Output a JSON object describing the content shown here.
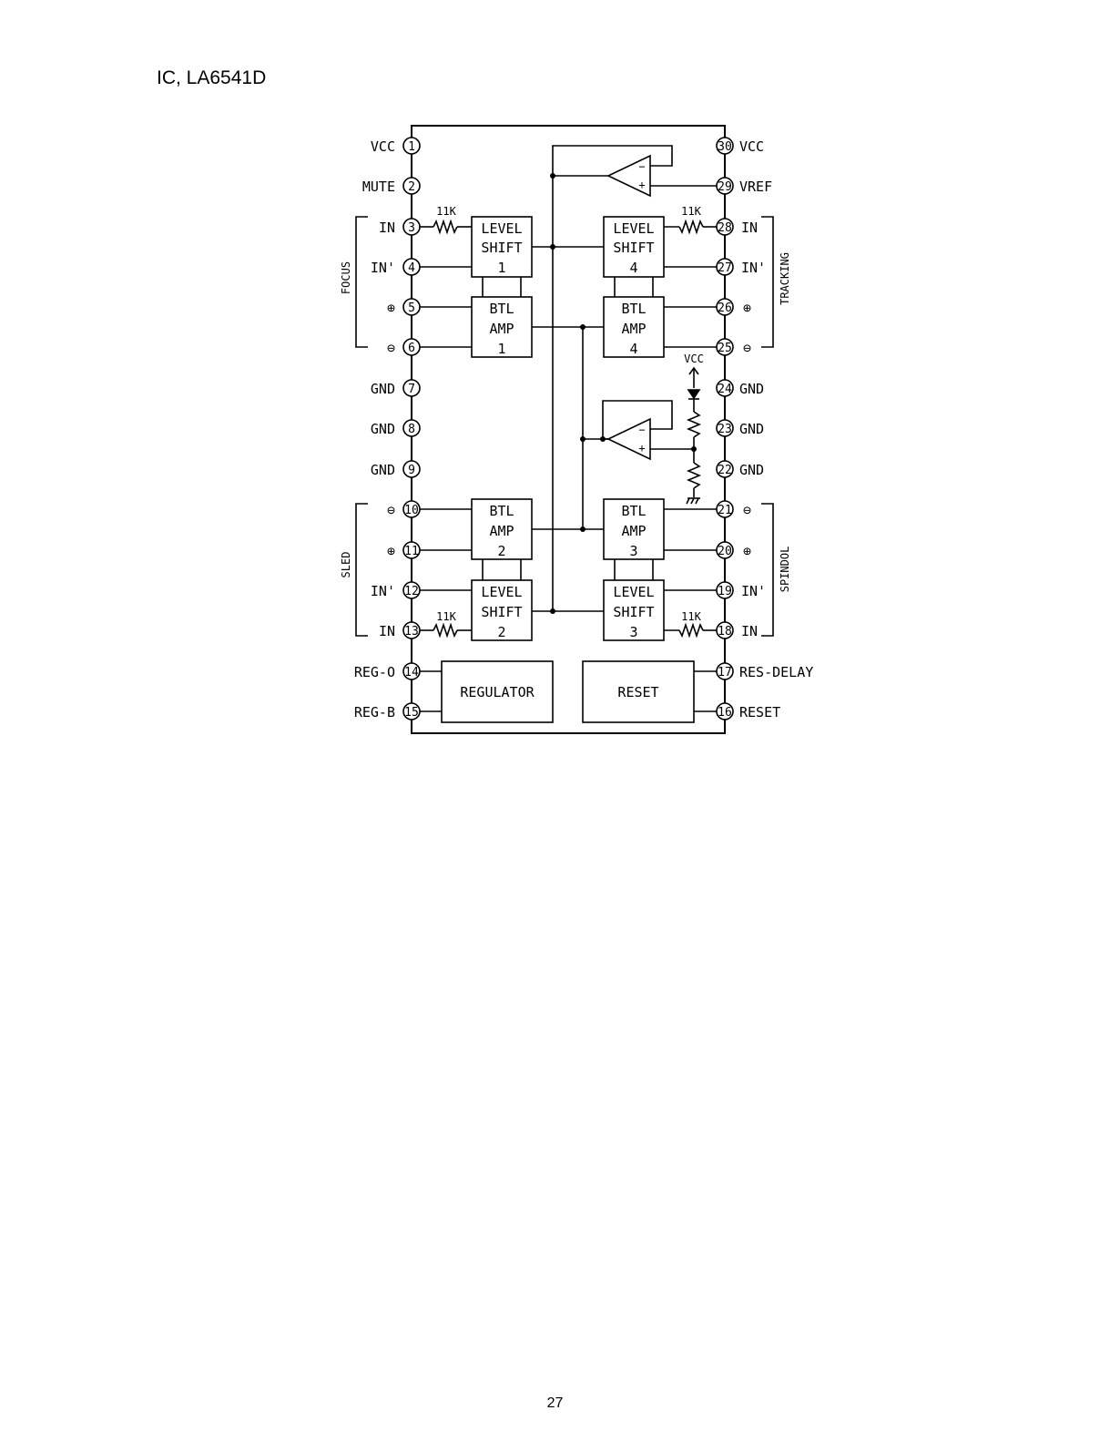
{
  "title": "IC, LA6541D",
  "page_number": "27",
  "pins": [
    {
      "num": "1",
      "label": "VCC"
    },
    {
      "num": "2",
      "label": "MUTE"
    },
    {
      "num": "3",
      "label": "IN"
    },
    {
      "num": "4",
      "label": "IN'"
    },
    {
      "num": "5",
      "label": "⊕"
    },
    {
      "num": "6",
      "label": "⊖"
    },
    {
      "num": "7",
      "label": "GND"
    },
    {
      "num": "8",
      "label": "GND"
    },
    {
      "num": "9",
      "label": "GND"
    },
    {
      "num": "10",
      "label": "⊖"
    },
    {
      "num": "11",
      "label": "⊕"
    },
    {
      "num": "12",
      "label": "IN'"
    },
    {
      "num": "13",
      "label": "IN"
    },
    {
      "num": "14",
      "label": "REG-O"
    },
    {
      "num": "15",
      "label": "REG-B"
    },
    {
      "num": "16",
      "label": "RESET"
    },
    {
      "num": "17",
      "label": "RES-DELAY"
    },
    {
      "num": "18",
      "label": "IN"
    },
    {
      "num": "19",
      "label": "IN'"
    },
    {
      "num": "20",
      "label": "⊕"
    },
    {
      "num": "21",
      "label": "⊖"
    },
    {
      "num": "22",
      "label": "GND"
    },
    {
      "num": "23",
      "label": "GND"
    },
    {
      "num": "24",
      "label": "GND"
    },
    {
      "num": "25",
      "label": "⊖"
    },
    {
      "num": "26",
      "label": "⊕"
    },
    {
      "num": "27",
      "label": "IN'"
    },
    {
      "num": "28",
      "label": "IN"
    },
    {
      "num": "29",
      "label": "VREF"
    },
    {
      "num": "30",
      "label": "VCC"
    }
  ],
  "blocks": {
    "level_shift_1": [
      "LEVEL",
      "SHIFT",
      "1"
    ],
    "level_shift_4": [
      "LEVEL",
      "SHIFT",
      "4"
    ],
    "btl_amp_1": [
      "BTL",
      "AMP",
      "1"
    ],
    "btl_amp_4": [
      "BTL",
      "AMP",
      "4"
    ],
    "btl_amp_2": [
      "BTL",
      "AMP",
      "2"
    ],
    "btl_amp_3": [
      "BTL",
      "AMP",
      "3"
    ],
    "level_shift_2": [
      "LEVEL",
      "SHIFT",
      "2"
    ],
    "level_shift_3": [
      "LEVEL",
      "SHIFT",
      "3"
    ],
    "regulator": "REGULATOR",
    "reset": "RESET"
  },
  "resistor_label": "11K",
  "vcc_label": "VCC",
  "opamp_minus": "−",
  "opamp_plus": "+",
  "groups": {
    "focus": "FOCUS",
    "tracking": "TRACKING",
    "sled": "SLED",
    "spindle": "SPINDOL"
  }
}
